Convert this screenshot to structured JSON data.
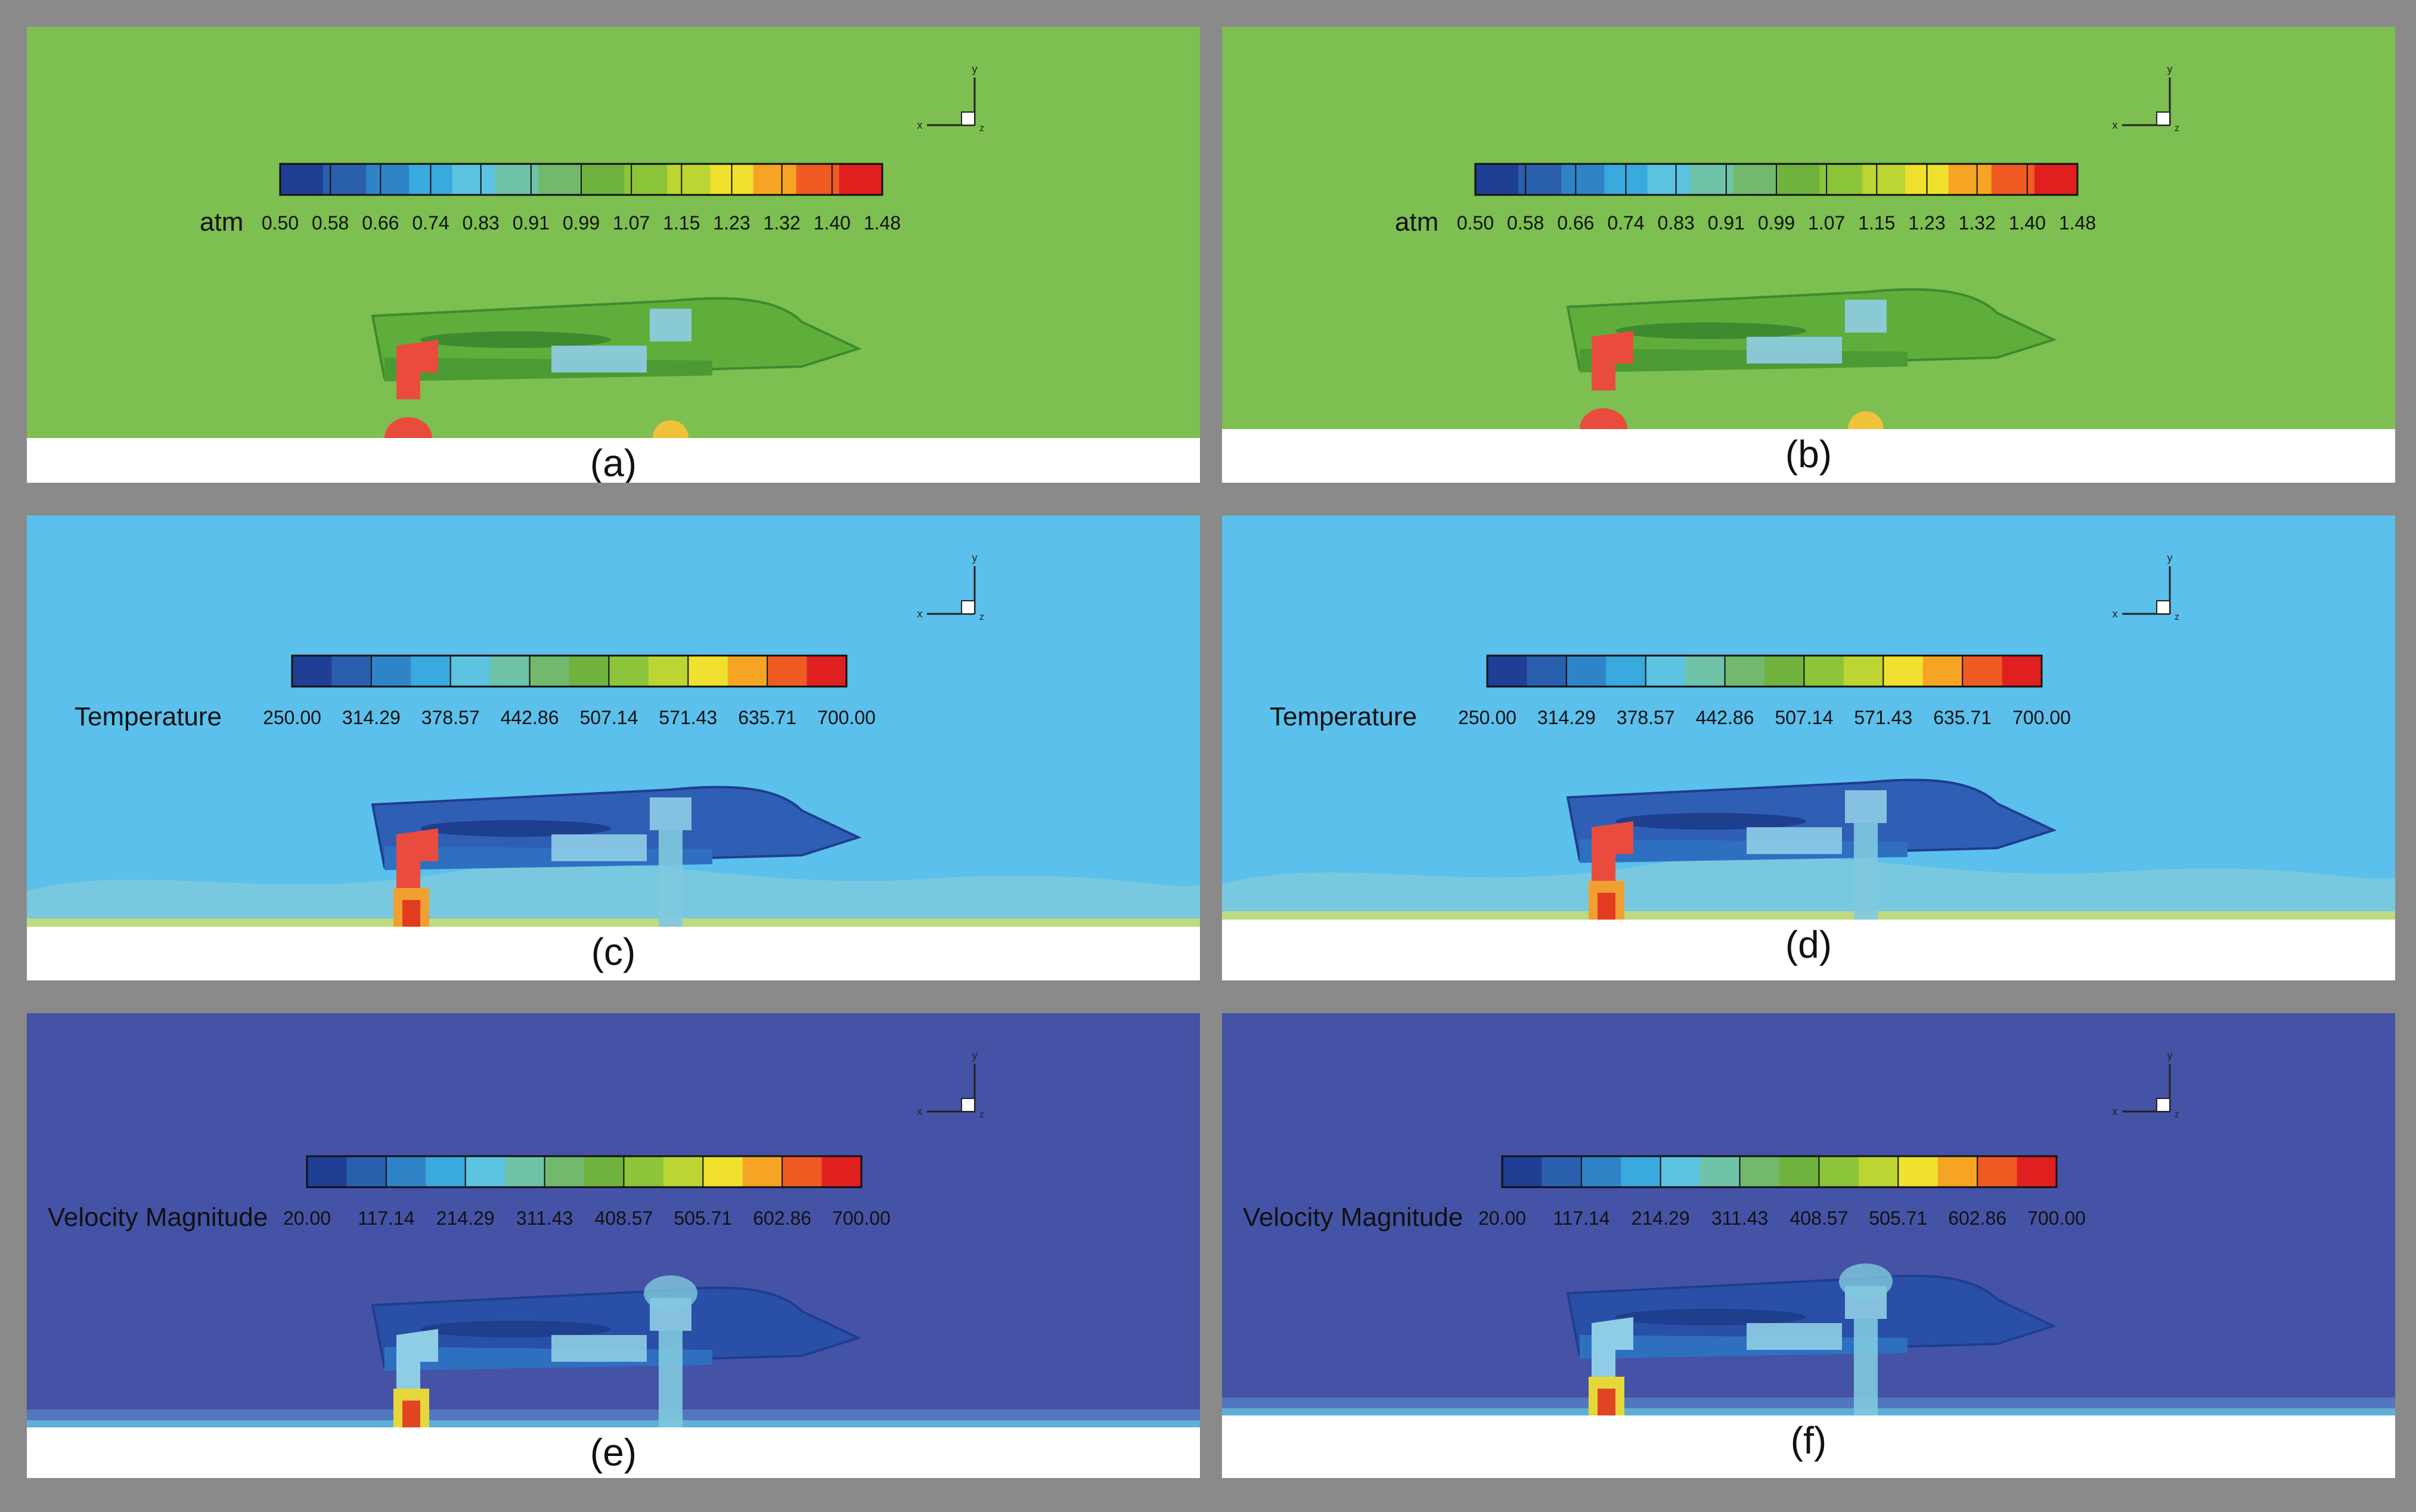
{
  "panels": [
    {
      "id": "a",
      "caption": "(a)",
      "variable": "atm",
      "bg": "#7dbf50",
      "scheme": "pressure",
      "ticks": [
        "0.50",
        "0.58",
        "0.66",
        "0.74",
        "0.83",
        "0.91",
        "0.99",
        "1.07",
        "1.15",
        "1.23",
        "1.32",
        "1.40",
        "1.48"
      ]
    },
    {
      "id": "b",
      "caption": "(b)",
      "variable": "atm",
      "bg": "#7dbf50",
      "scheme": "pressure",
      "ticks": [
        "0.50",
        "0.58",
        "0.66",
        "0.74",
        "0.83",
        "0.91",
        "0.99",
        "1.07",
        "1.15",
        "1.23",
        "1.32",
        "1.40",
        "1.48"
      ]
    },
    {
      "id": "c",
      "caption": "(c)",
      "variable": "Temperature",
      "bg": "#5bc0ec",
      "scheme": "temperature",
      "ticks": [
        "250.00",
        "314.29",
        "378.57",
        "442.86",
        "507.14",
        "571.43",
        "635.71",
        "700.00"
      ]
    },
    {
      "id": "d",
      "caption": "(d)",
      "variable": "Temperature",
      "bg": "#5bc0ec",
      "scheme": "temperature",
      "ticks": [
        "250.00",
        "314.29",
        "378.57",
        "442.86",
        "507.14",
        "571.43",
        "635.71",
        "700.00"
      ]
    },
    {
      "id": "e",
      "caption": "(e)",
      "variable": "Velocity Magnitude",
      "bg": "#4553a6",
      "scheme": "velocity",
      "ticks": [
        "20.00",
        "117.14",
        "214.29",
        "311.43",
        "408.57",
        "505.71",
        "602.86",
        "700.00"
      ]
    },
    {
      "id": "f",
      "caption": "(f)",
      "variable": "Velocity Magnitude",
      "bg": "#4553a6",
      "scheme": "velocity",
      "ticks": [
        "20.00",
        "117.14",
        "214.29",
        "311.43",
        "408.57",
        "505.71",
        "602.86",
        "700.00"
      ]
    }
  ],
  "axis_labels": {
    "x": "x",
    "y": "y",
    "z": "z"
  },
  "colormap": [
    "#1f3f94",
    "#2a5fae",
    "#2f84c8",
    "#39a9de",
    "#5cc3e0",
    "#6fc3a8",
    "#72b96e",
    "#6fb33e",
    "#8cc43a",
    "#bcd532",
    "#f0e12e",
    "#f6a423",
    "#ef5b22",
    "#e0201f"
  ]
}
